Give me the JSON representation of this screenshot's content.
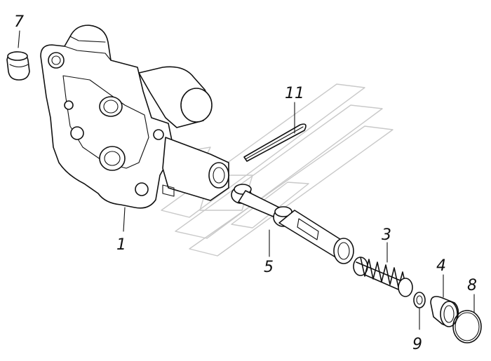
{
  "parts": [
    {
      "id": "body",
      "label": "1"
    },
    {
      "id": "spring",
      "label": "3"
    },
    {
      "id": "plug",
      "label": "4"
    },
    {
      "id": "valve",
      "label": "5"
    },
    {
      "id": "cap",
      "label": "7"
    },
    {
      "id": "seal-ring",
      "label": "8"
    },
    {
      "id": "washer",
      "label": "9"
    },
    {
      "id": "cotter-pin",
      "label": "11"
    }
  ]
}
